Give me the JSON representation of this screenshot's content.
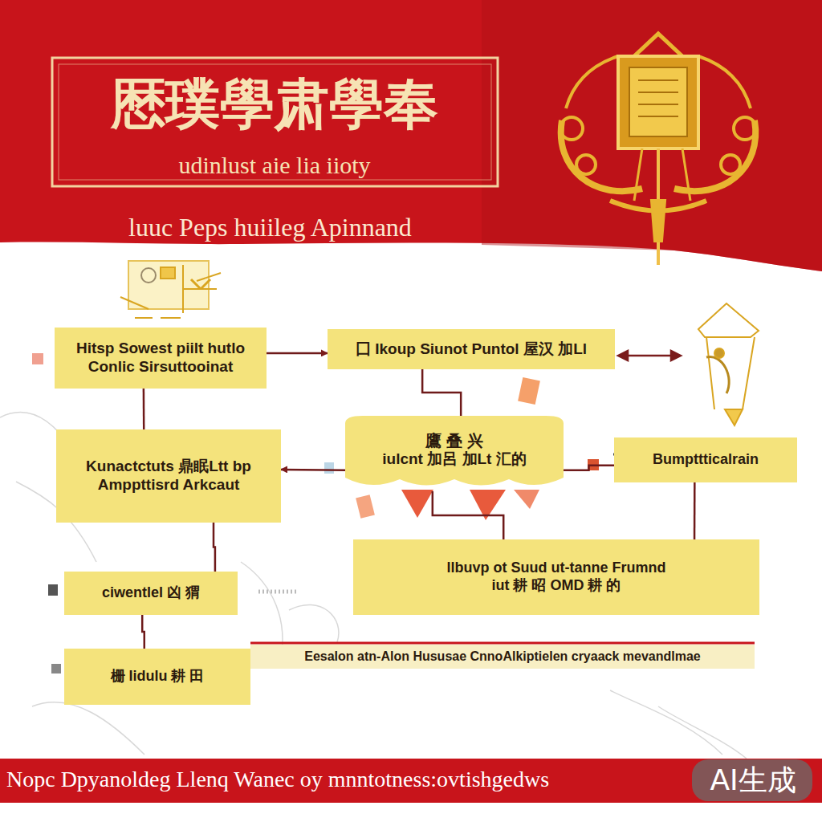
{
  "diagram": {
    "title": "厯璞學肃學奉",
    "nodes": [
      {
        "text": [
          "Hitsp Sowest piilt hutlo Conlic Sirsuttooinat"
        ]
      },
      {
        "text": [
          "囗 Ikoup Siunot Puntol 屋汉 加Ll"
        ]
      },
      {
        "text": [
          "Kunactctuts 鼎眠Ltt bp",
          "Amppttisrd Arkcaut"
        ]
      },
      {
        "text": [
          "鷹 叠 兴",
          "iulcnt 加呂 加Lt 汇的"
        ]
      },
      {
        "text": [
          "Bumpttticalrain"
        ]
      },
      {
        "text": [
          "llbuvp ot Suud ut-tanne Frumnd",
          "iut 耕 昭 OMD 耕 的"
        ]
      },
      {
        "text": [
          "ciwentlel 凶 猬"
        ]
      },
      {
        "text": [
          "Eesalon atn-Alon Hususae CnnoAlkiptielen cryaack mevandlmae"
        ]
      },
      {
        "text": [
          "栅 Iidulu 耕 田"
        ]
      }
    ],
    "edges": [
      {
        "from": 0,
        "to": 1,
        "arrow": "to"
      },
      {
        "from": 1,
        "to": 3,
        "arrow": "none"
      },
      {
        "from": 3,
        "to": 2,
        "arrow": "to"
      },
      {
        "from": 3,
        "to": 4,
        "arrow": "none"
      },
      {
        "from": 3,
        "to": 5,
        "arrow": "none"
      },
      {
        "from": 4,
        "to": 5,
        "arrow": "none"
      },
      {
        "from": 0,
        "to": 2,
        "arrow": "none"
      },
      {
        "from": 2,
        "to": 6,
        "arrow": "none"
      },
      {
        "from": 6,
        "to": 8,
        "arrow": "none"
      }
    ],
    "labels": [
      "udinlust aie lia iioty",
      "luuc Peps huiileg Apinnand",
      "Nopc Dpyanoldeg Llenq Wanec oy mnntotness:ovtishgedws",
      "AI生成"
    ]
  }
}
